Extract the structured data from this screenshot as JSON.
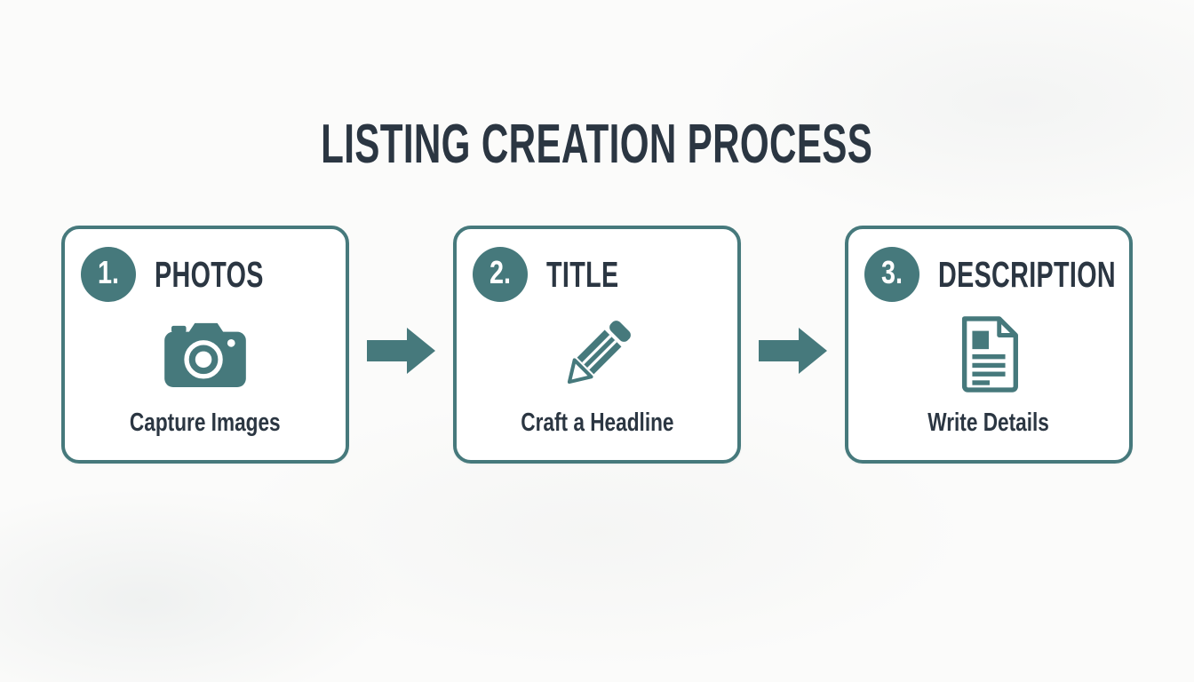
{
  "colors": {
    "accent": "#46797c",
    "heading": "#2b3642",
    "card_background": "#ffffff",
    "page_background": "#fbfbfa",
    "badge_text": "#ffffff"
  },
  "title": "LISTING CREATION PROCESS",
  "steps": [
    {
      "number": "1.",
      "label": "PHOTOS",
      "icon": "camera-icon",
      "caption": "Capture Images"
    },
    {
      "number": "2.",
      "label": "TITLE",
      "icon": "pencil-icon",
      "caption": "Craft a Headline"
    },
    {
      "number": "3.",
      "label": "DESCRIPTION",
      "icon": "document-icon",
      "caption": "Write Details"
    }
  ],
  "connectors": {
    "shape": "right-arrow",
    "count": 2
  }
}
